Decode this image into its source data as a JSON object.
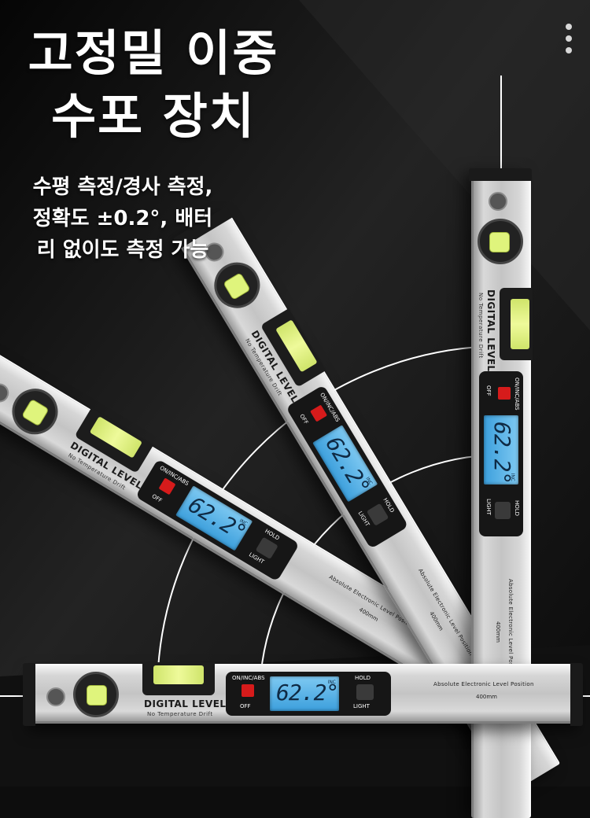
{
  "headline": {
    "line1": "고정밀 이중",
    "line2": "수포 장치"
  },
  "subline": {
    "line1": "수평 측정/경사 측정,",
    "line2": "정확도 ±0.2°, 배터",
    "line3": "리 없이도 측정 가능"
  },
  "menu": {
    "icon": "more-vertical-icon"
  },
  "device": {
    "brand": "DIGITAL LEVEL",
    "tagline": "No Temperature Drift",
    "power_label": "ON/INC/ABS",
    "off_label": "OFF",
    "reading": "62.2°",
    "unit": "INC",
    "hold_label": "HOLD",
    "light_label": "LIGHT",
    "description": "Absolute Electronic Level Position",
    "size": "400mm"
  },
  "colors": {
    "background": "#0d0d0d",
    "vial": "#dff47c",
    "lcd": "#5ab4ea",
    "power_button": "#d61b1b"
  }
}
